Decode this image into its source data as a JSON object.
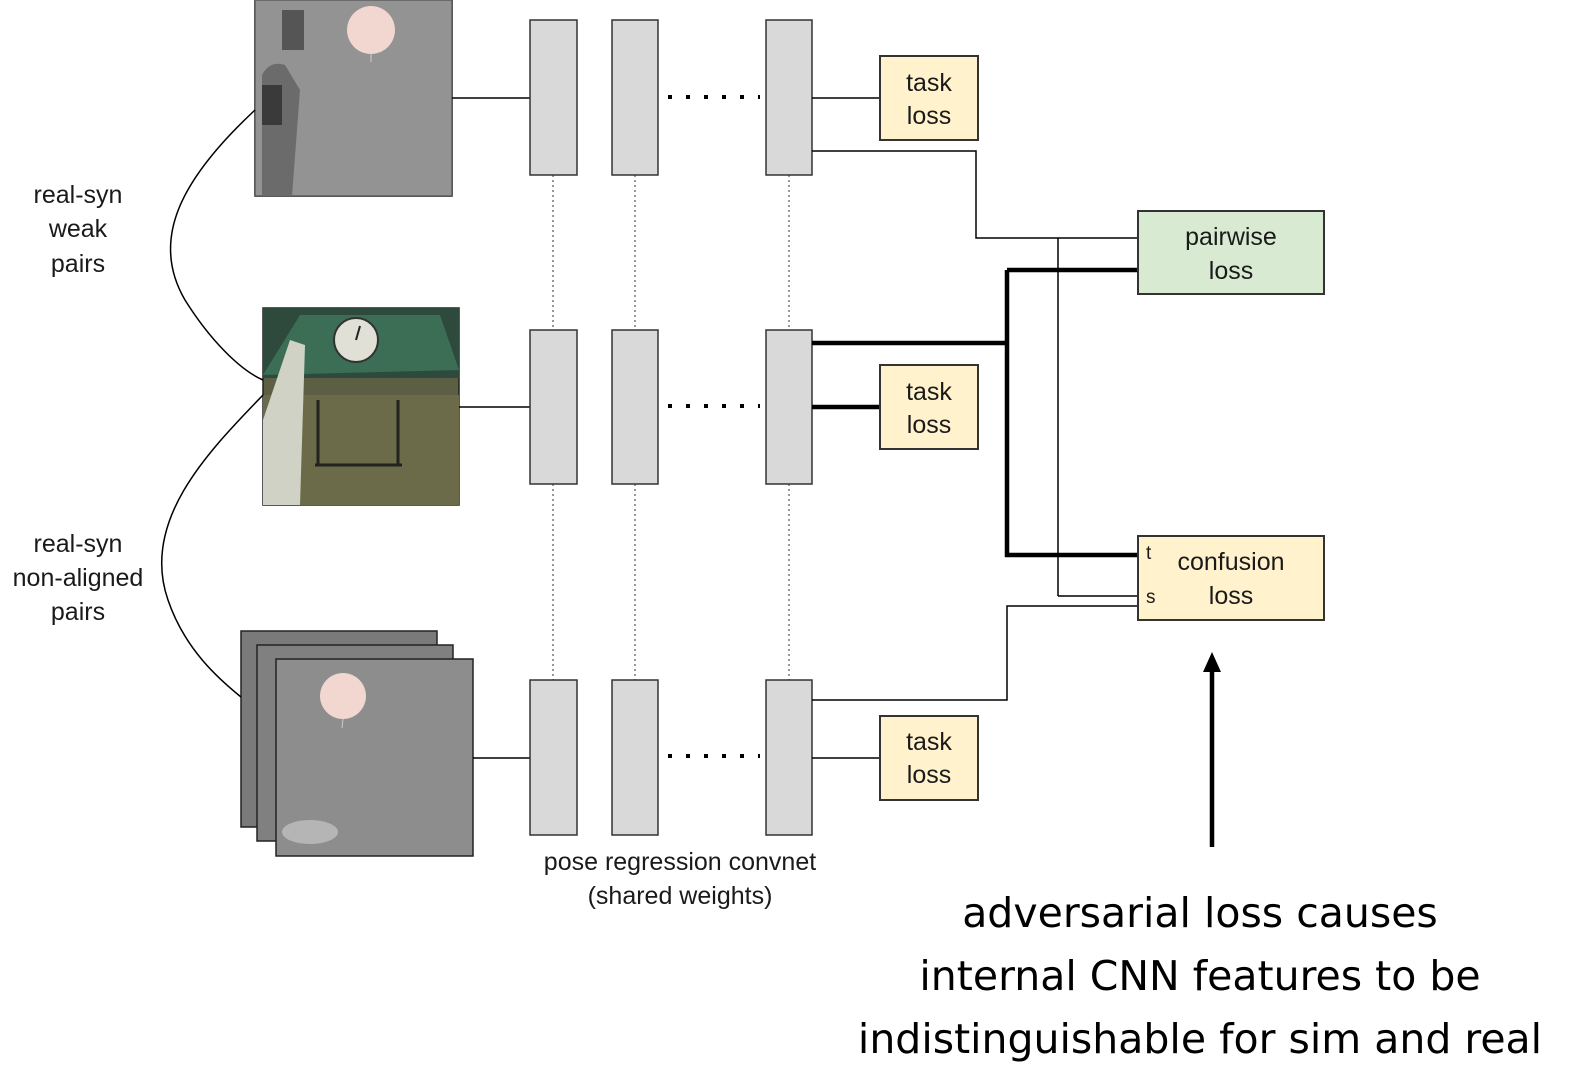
{
  "diagram": {
    "pair_labels": {
      "weak": [
        "real-syn",
        "weak",
        "pairs"
      ],
      "non_aligned": [
        "real-syn",
        "non-aligned",
        "pairs"
      ]
    },
    "task_loss": [
      "task",
      "loss"
    ],
    "pairwise_loss": [
      "pairwise",
      "loss"
    ],
    "confusion_loss": {
      "lines": [
        "confusion",
        "loss"
      ],
      "port_t": "t",
      "port_s": "s"
    },
    "convnet_caption": [
      "pose regression convnet",
      "(shared weights)"
    ],
    "annotation": [
      "adversarial loss causes",
      "internal CNN features to be",
      "indistinguishable for sim and real"
    ],
    "colors": {
      "task_loss_fill": "#fff2cc",
      "pairwise_loss_fill": "#d9ead3",
      "layer_fill": "#d9d9d9"
    }
  }
}
